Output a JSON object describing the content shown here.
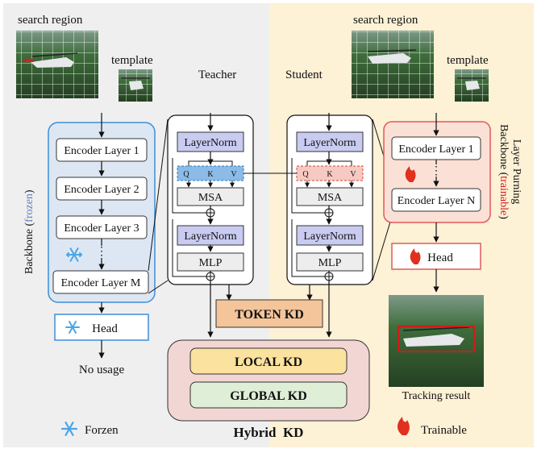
{
  "left_panel": {
    "search_region_label": "search region",
    "template_label": "template",
    "backbone_label": "Backbone (frozen)",
    "backbone_prefix": "Backbone (",
    "backbone_state": "frozen",
    "backbone_suffix": ")",
    "layers": [
      "Encoder Layer 1",
      "Encoder Layer 2",
      "Encoder Layer 3",
      "Encoder Layer M"
    ],
    "ellipsis": "⋮",
    "head_label": "Head",
    "output_label": "No usage",
    "legend_label": "Forzen"
  },
  "teacher": {
    "label": "Teacher",
    "layernorm_1": "LayerNorm",
    "q": "Q",
    "k": "K",
    "v": "V",
    "msa": "MSA",
    "layernorm_2": "LayerNorm",
    "mlp": "MLP"
  },
  "student": {
    "label": "Student",
    "layernorm_1": "LayerNorm",
    "q": "Q",
    "k": "K",
    "v": "V",
    "msa": "MSA",
    "layernorm_2": "LayerNorm",
    "mlp": "MLP"
  },
  "right_panel": {
    "search_region_label": "search region",
    "template_label": "template",
    "backbone_label_line1": "Layer Purning",
    "backbone_label_line2": "Backbone (trainable)",
    "backbone_prefix": "Backbone (",
    "backbone_state": "trainable",
    "backbone_suffix": ")",
    "layer_first": "Encoder Layer 1",
    "ellipsis": "⋮",
    "layer_last": "Encoder Layer N",
    "head_label": "Head",
    "result_label": "Tracking result",
    "legend_label": "Trainable"
  },
  "kd": {
    "token": "TOKEN KD",
    "local": "LOCAL KD",
    "global": "GLOBAL KD",
    "hybrid": "Hybrid  KD"
  },
  "colors": {
    "frozen_bg": "#efefef",
    "trainable_bg": "#fdf1d6",
    "backbone_blue": "#dde7f3",
    "backbone_red": "#fbe0d6",
    "layernorm": "#c9cbf1",
    "token_kd": "#f4c49a",
    "local_kd": "#fbe29e",
    "global_kd": "#dfeed6",
    "hybrid_box": "#f2d6d4",
    "frozen_text": "#5b7fc6",
    "trainable_text": "#d11a1a"
  }
}
